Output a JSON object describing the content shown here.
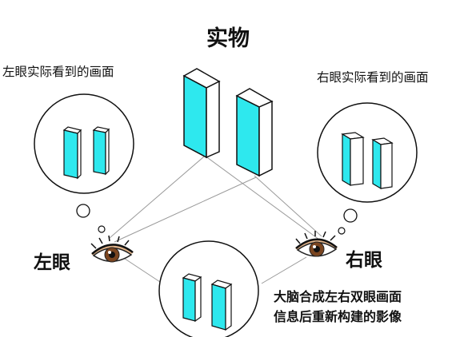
{
  "labels": {
    "object": "实物",
    "left_view": "左眼实际看到的画面",
    "right_view": "右眼实际看到的画面",
    "left_eye": "左眼",
    "right_eye": "右眼",
    "brain_line1": "大脑合成左右双眼画面",
    "brain_line2": "信息后重新构建的影像"
  },
  "colors": {
    "prism_front": "#2ee8ee",
    "prism_side": "#ffffff",
    "outline": "#111111",
    "sight_line": "#9a9a9a",
    "iris": "#7a4520",
    "eye_shadow": "#c87428"
  }
}
